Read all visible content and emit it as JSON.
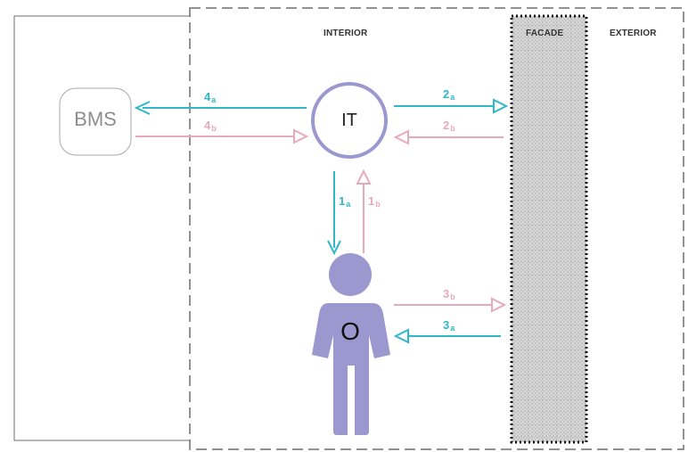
{
  "zones": {
    "interior": "INTERIOR",
    "facade": "FACADE",
    "exterior": "EXTERIOR"
  },
  "nodes": {
    "bms": "BMS",
    "it": "IT",
    "occupant": "O"
  },
  "arrows": {
    "a1": {
      "main": "1",
      "sub": "a"
    },
    "b1": {
      "main": "1",
      "sub": "b"
    },
    "a2": {
      "main": "2",
      "sub": "a"
    },
    "b2": {
      "main": "2",
      "sub": "b"
    },
    "a3": {
      "main": "3",
      "sub": "a"
    },
    "b3": {
      "main": "3",
      "sub": "b"
    },
    "a4": {
      "main": "4",
      "sub": "a"
    },
    "b4": {
      "main": "4",
      "sub": "b"
    }
  },
  "colors": {
    "teal": "#2fb8c6",
    "pink": "#e6aabb",
    "lavender": "#9b97cf",
    "bms_text": "#8e8e8e",
    "dash": "#777777"
  }
}
